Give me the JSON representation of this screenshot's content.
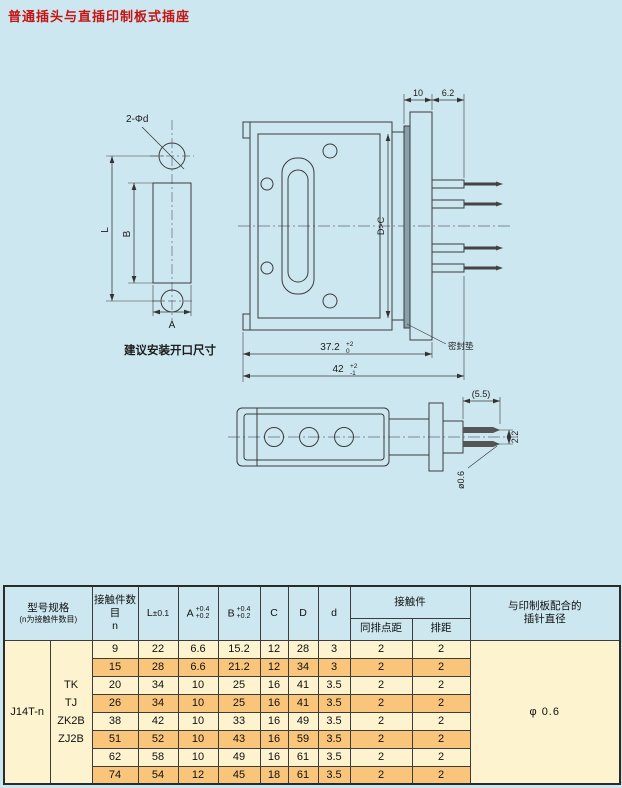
{
  "title": "普通插头与直插印制板式插座",
  "drawings": {
    "opening_view": {
      "hole_callout": "2-Φd",
      "dim_L": "L",
      "dim_B": "B",
      "dim_A": "A",
      "caption": "建议安装开口尺寸"
    },
    "side_view": {
      "dim_panel": "10",
      "dim_pin_block": "6.2",
      "dim_dc": "D>C",
      "dim_body": "37.2",
      "dim_body_tol_up": "+2",
      "dim_body_tol_dn": "0",
      "dim_total": "42",
      "dim_total_tol_up": "+2",
      "dim_total_tol_dn": "-1",
      "seal_label": "密封垫"
    },
    "bottom_view": {
      "dim_pin_len": "(5.5)",
      "dim_pin_pitch": "2.2",
      "dim_pin_dia": "ø0.6"
    }
  },
  "table": {
    "header": {
      "model": "型号规格",
      "model_note": "(n为接触件数目)",
      "contacts_count": "接触件数目",
      "contacts_count_sym": "n",
      "L_base": "L",
      "L_tol": "±0.1",
      "A_base": "A",
      "A_tol_up": "+0.4",
      "A_tol_dn": "+0.2",
      "B_base": "B",
      "B_tol_up": "+0.4",
      "B_tol_dn": "+0.2",
      "C": "C",
      "D": "D",
      "d": "d",
      "contacts_group": "接触件",
      "pitch_col": "同排点距",
      "row_pitch_col": "排距",
      "pin_dia_line1": "与印制板配合的",
      "pin_dia_line2": "插针直径"
    },
    "model_label": "J14T-n",
    "variants": [
      "TK",
      "TJ",
      "ZK2B",
      "ZJ2B"
    ],
    "rows": [
      {
        "n": "9",
        "L": "22",
        "A": "6.6",
        "B": "15.2",
        "C": "12",
        "D": "28",
        "d": "3",
        "p1": "2",
        "p2": "2"
      },
      {
        "n": "15",
        "L": "28",
        "A": "6.6",
        "B": "21.2",
        "C": "12",
        "D": "34",
        "d": "3",
        "p1": "2",
        "p2": "2"
      },
      {
        "n": "20",
        "L": "34",
        "A": "10",
        "B": "25",
        "C": "16",
        "D": "41",
        "d": "3.5",
        "p1": "2",
        "p2": "2"
      },
      {
        "n": "26",
        "L": "34",
        "A": "10",
        "B": "25",
        "C": "16",
        "D": "41",
        "d": "3.5",
        "p1": "2",
        "p2": "2"
      },
      {
        "n": "38",
        "L": "42",
        "A": "10",
        "B": "33",
        "C": "16",
        "D": "49",
        "d": "3.5",
        "p1": "2",
        "p2": "2"
      },
      {
        "n": "51",
        "L": "52",
        "A": "10",
        "B": "43",
        "C": "16",
        "D": "59",
        "d": "3.5",
        "p1": "2",
        "p2": "2"
      },
      {
        "n": "62",
        "L": "58",
        "A": "10",
        "B": "49",
        "C": "16",
        "D": "61",
        "d": "3.5",
        "p1": "2",
        "p2": "2"
      },
      {
        "n": "74",
        "L": "54",
        "A": "12",
        "B": "45",
        "C": "18",
        "D": "61",
        "d": "3.5",
        "p1": "2",
        "p2": "2"
      }
    ],
    "pin_diameter": "φ 0.6"
  },
  "colors": {
    "page_bg": "#cde7f0",
    "row_cream": "#fdf3cf",
    "row_orange": "#f8c57a",
    "title_red": "#c41414",
    "border": "#333333"
  }
}
